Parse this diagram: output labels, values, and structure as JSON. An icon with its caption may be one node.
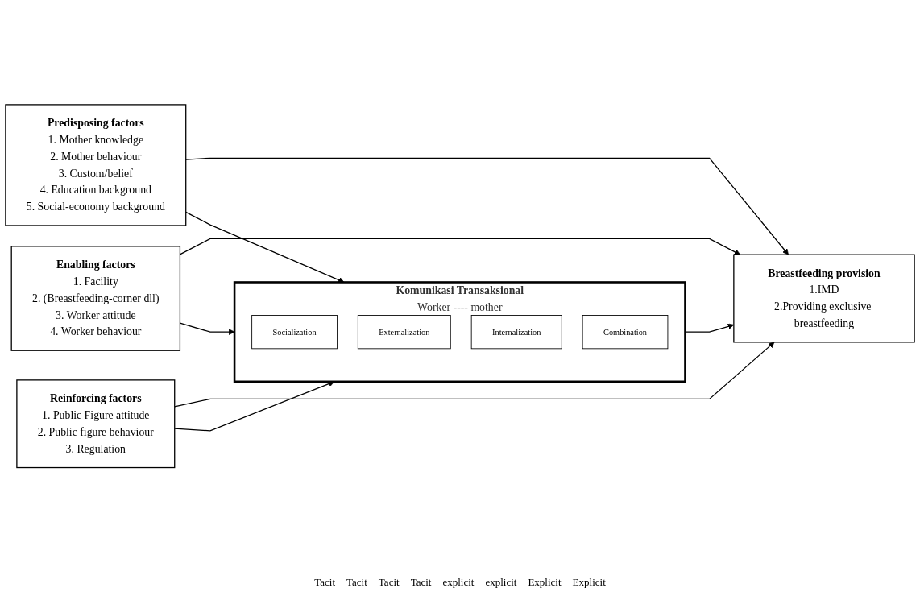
{
  "diagram": {
    "nodes": [
      {
        "text": [
          "Predisposing factors",
          "1. Mother knowledge",
          "2. Mother behaviour",
          "3. Custom/belief",
          "4. Education background",
          "5. Social-economy background"
        ]
      },
      {
        "text": [
          "Enabling factors",
          "1. Facility",
          "2. (Breastfeeding-corner dll)",
          "3. Worker attitude",
          "4. Worker behaviour"
        ]
      },
      {
        "text": [
          "Reinforcing factors",
          "1. Public Figure attitude",
          "2. Public figure behaviour",
          "3. Regulation"
        ]
      },
      {
        "text": [
          "Komunikasi Transaksional",
          "Worker ---- mother"
        ]
      },
      {
        "text": [
          "Socialization"
        ],
        "in": 3
      },
      {
        "text": [
          "Externalization"
        ],
        "in": 3
      },
      {
        "text": [
          "Internalization"
        ],
        "in": 3
      },
      {
        "text": [
          "Combination"
        ],
        "in": 3
      },
      {
        "text": [
          "Breastfeeding provision",
          "1.IMD",
          "2.Providing exclusive breastfeeding"
        ]
      }
    ],
    "edges": [
      {
        "from": 0,
        "to": 8,
        "arrow": "to"
      },
      {
        "from": 0,
        "to": 3,
        "arrow": "to"
      },
      {
        "from": 1,
        "to": 3,
        "arrow": "to"
      },
      {
        "from": 1,
        "to": 8,
        "arrow": "to"
      },
      {
        "from": 2,
        "to": 3,
        "arrow": "to"
      },
      {
        "from": 2,
        "to": 8,
        "arrow": "to"
      },
      {
        "from": 3,
        "to": 8,
        "arrow": "to"
      }
    ],
    "labels": [
      "Tacit",
      "Tacit",
      "Tacit",
      "Tacit",
      "explicit",
      "explicit",
      "Explicit",
      "Explicit"
    ]
  }
}
